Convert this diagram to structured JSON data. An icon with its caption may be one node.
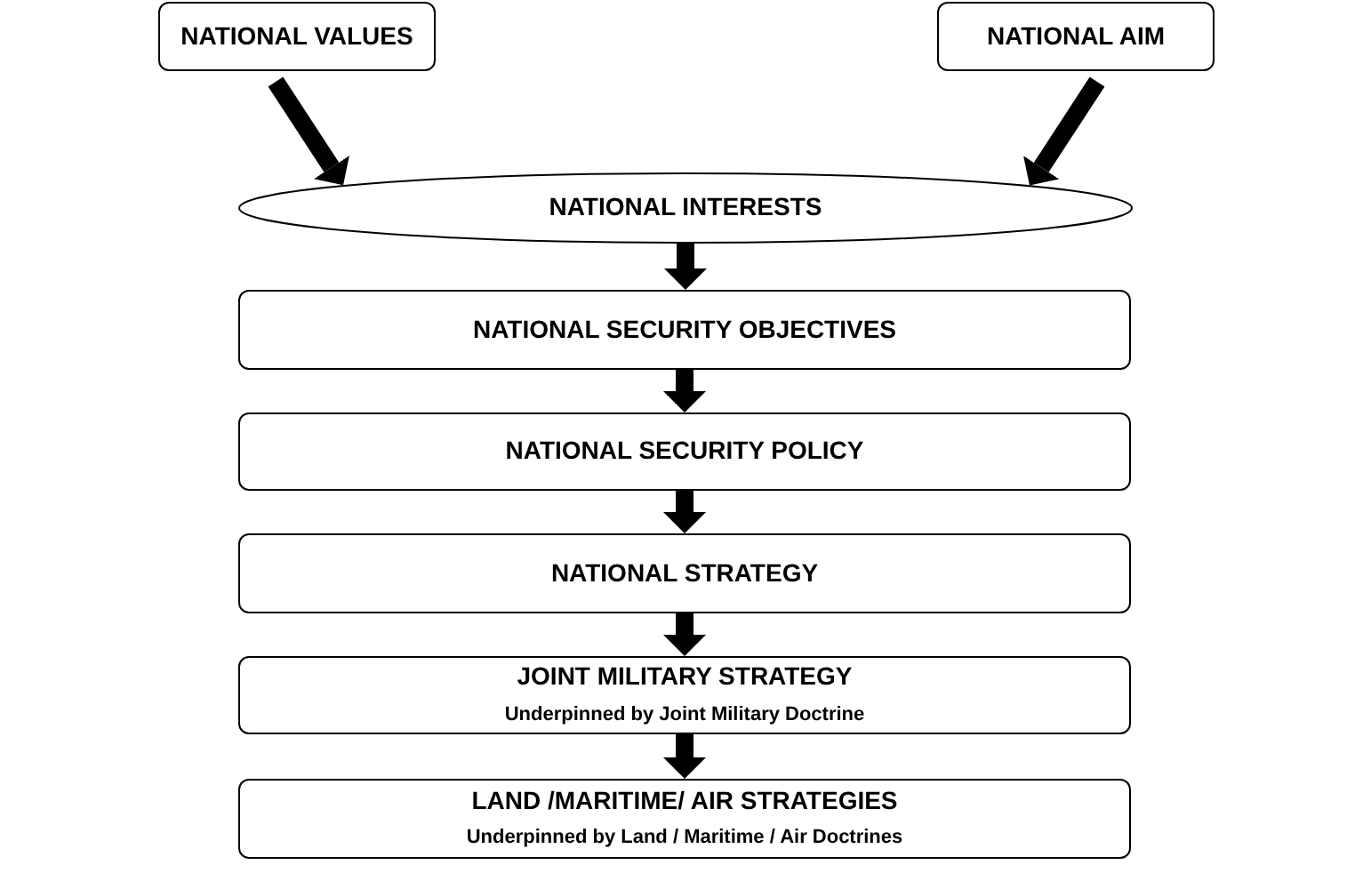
{
  "diagram": {
    "nodes": [
      {
        "text": [
          "NATIONAL VALUES"
        ]
      },
      {
        "text": [
          "NATIONAL AIM"
        ]
      },
      {
        "text": [
          "NATIONAL INTERESTS"
        ]
      },
      {
        "text": [
          "NATIONAL SECURITY OBJECTIVES"
        ]
      },
      {
        "text": [
          "NATIONAL SECURITY POLICY"
        ]
      },
      {
        "text": [
          "NATIONAL STRATEGY"
        ]
      },
      {
        "text": [
          "JOINT MILITARY STRATEGY",
          "Underpinned by Joint Military Doctrine"
        ]
      },
      {
        "text": [
          "LAND /MARITIME/ AIR STRATEGIES",
          "Underpinned by Land / Maritime / Air Doctrines"
        ]
      }
    ],
    "edges": [
      {
        "from": 0,
        "to": 2,
        "arrow": "to"
      },
      {
        "from": 1,
        "to": 2,
        "arrow": "to"
      },
      {
        "from": 2,
        "to": 3,
        "arrow": "to"
      },
      {
        "from": 3,
        "to": 4,
        "arrow": "to"
      },
      {
        "from": 4,
        "to": 5,
        "arrow": "to"
      },
      {
        "from": 5,
        "to": 6,
        "arrow": "to"
      },
      {
        "from": 6,
        "to": 7,
        "arrow": "to"
      }
    ]
  }
}
